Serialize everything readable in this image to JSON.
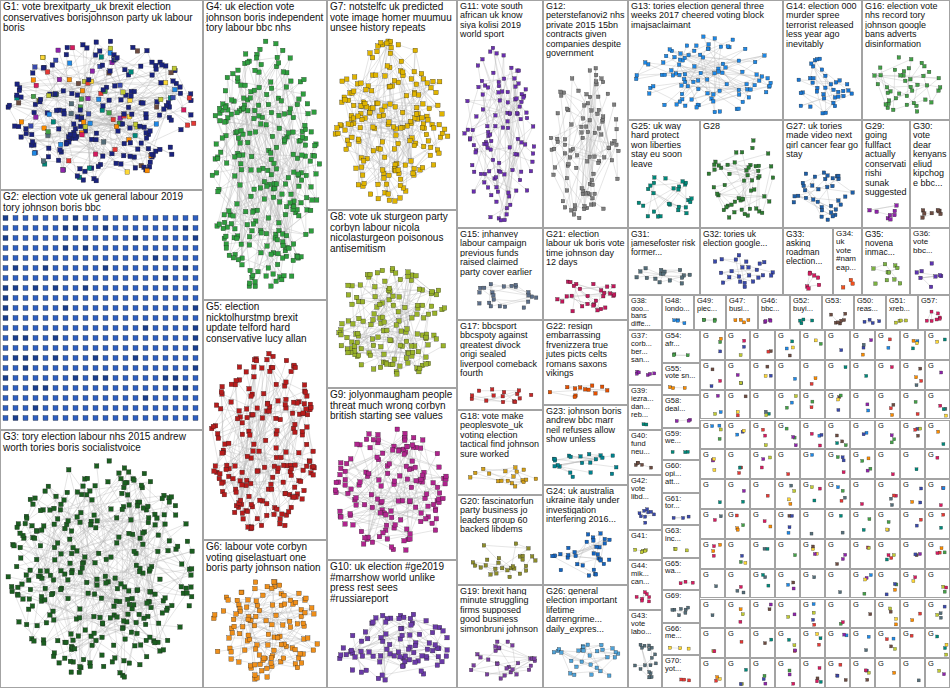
{
  "diagram": {
    "nodes": [
      {
        "text": [
          "G1: vote brexitparty_uk brexit election conservatives borisjohnson party uk labour boris"
        ]
      },
      {
        "text": [
          "G2: election vote uk general labour 2019 tory johnson boris bbc"
        ]
      },
      {
        "text": [
          "G3: tory election labour nhs 2015 andrew worth tories boris socialistvoice"
        ]
      },
      {
        "text": [
          "G4: uk election vote johnson boris independent tory labour bbc nhs"
        ]
      },
      {
        "text": [
          "G5: election nicktolhurstmp brexit update telford hard conservative lucy allan"
        ]
      },
      {
        "text": [
          "G6: labour vote corbyn voting giselastuart one boris party johnson nation"
        ]
      },
      {
        "text": [
          "G7: notstelfc uk predicted vote image homer muumuu unsee history repeats"
        ]
      },
      {
        "text": [
          "G8: vote uk sturgeon party corbyn labour nicola nicolasturgeon poisonous antisemitism"
        ]
      },
      {
        "text": [
          "G9: jolyonmaugham people threat much wrong corbyn british starting see values"
        ]
      },
      {
        "text": [
          "G10: uk election #ge2019 #marrshow world unlike press rest sees #russiareport"
        ]
      },
      {
        "text": [
          "G11: vote south african uk know siya kolisi 2019 world sport"
        ]
      },
      {
        "text": [
          "G15: jnhanvey labour campaign previous funds raised claimed party cover earlier"
        ]
      },
      {
        "text": [
          "G17: bbcsport bbcspoty against greatest divock origi sealed liverpool comeback fourth"
        ]
      },
      {
        "text": [
          "G18: vote make peoplesvote_uk voting election tactical find johnson sure worked"
        ]
      },
      {
        "text": [
          "G20: fascinatorfun party business jo leaders group 60 backed libdems"
        ]
      },
      {
        "text": [
          "G19: brexit hang minute struggling firms supposed good business simonbruni johnson"
        ]
      },
      {
        "text": [
          "G12: peterstefanovi2 nhs private 2015 15bn contracts given companies despite government"
        ]
      },
      {
        "text": [
          "G21: election labour uk boris vote time johnson day 12 days"
        ]
      },
      {
        "text": [
          "G22: resign embarrassing frvenizzera true jutes picts celts romans saxons vikings"
        ]
      },
      {
        "text": [
          "G23: johnson boris andrew bbc marr neil refuses allow show unless"
        ]
      },
      {
        "text": [
          "G24: uk australia ukraine italy under investigation interfering 2016..."
        ]
      },
      {
        "text": [
          "G26: general election important lifetime darrengrime... daily_expres..."
        ]
      },
      {
        "text": [
          "G13: tories election general three weeks 2017 cheered voting block imajsaclaimant"
        ]
      },
      {
        "text": [
          "G14: election 000 murder spree terrorist released less year ago inevitably"
        ]
      },
      {
        "text": [
          "G16: election vote nhs record tory johnson google bans adverts disinformation"
        ]
      },
      {
        "text": [
          "G25: uk way hard protect won liberties stay eu soon leave"
        ]
      },
      {
        "text": [
          "G28"
        ]
      },
      {
        "text": [
          "G27: uk tories made video next girl cancer fear go stay"
        ]
      },
      {
        "text": [
          "G29: going fullfact actually conservati rishi sunak suggested"
        ]
      },
      {
        "text": [
          "G30: vote dear kenyans eliud kipchoge bbc..."
        ]
      },
      {
        "text": [
          "G31: jamesefoster risk former..."
        ]
      },
      {
        "text": [
          "G32: tories uk election google..."
        ]
      },
      {
        "text": [
          "G33: asking roadman election..."
        ]
      },
      {
        "text": [
          "G34: uk vote #nameap..."
        ]
      },
      {
        "text": [
          "G35: novena inmac..."
        ]
      },
      {
        "text": [
          "G36: vote bbc..."
        ]
      },
      {
        "text": [
          "G38: goo... bans diffe..."
        ]
      },
      {
        "text": [
          "G48: londo..."
        ]
      },
      {
        "text": [
          "G49: piec..."
        ]
      },
      {
        "text": [
          "G47: busi..."
        ]
      },
      {
        "text": [
          "G46: bbc..."
        ]
      },
      {
        "text": [
          "G52: buyi..."
        ]
      },
      {
        "text": [
          "G53:"
        ]
      },
      {
        "text": [
          "G50: reas..."
        ]
      },
      {
        "text": [
          "G51: xreb..."
        ]
      },
      {
        "text": [
          "G57:"
        ]
      },
      {
        "text": [
          "G37: corb... ber... san..."
        ]
      },
      {
        "text": [
          "G39: iezra... dan... reb..."
        ]
      },
      {
        "text": [
          "G40: fund neu..."
        ]
      },
      {
        "text": [
          "G42: vote libd..."
        ]
      },
      {
        "text": [
          "G41:"
        ]
      },
      {
        "text": [
          "G44: mik... can..."
        ]
      },
      {
        "text": [
          "G43: vote labo..."
        ]
      },
      {
        "text": [
          "G54: afr..."
        ]
      },
      {
        "text": [
          "G55: vote sn..."
        ]
      },
      {
        "text": [
          "G58: deal..."
        ]
      },
      {
        "text": [
          "G59: we..."
        ]
      },
      {
        "text": [
          "G60: opi... att..."
        ]
      },
      {
        "text": [
          "G61: tor..."
        ]
      },
      {
        "text": [
          "G63: inc..."
        ]
      },
      {
        "text": [
          "G65: wa..."
        ]
      },
      {
        "text": [
          "G69:"
        ]
      },
      {
        "text": [
          "G66: me..."
        ]
      },
      {
        "text": [
          "G70: yot..."
        ]
      },
      {
        "text": [
          "G"
        ]
      },
      {
        "text": [
          "G"
        ]
      },
      {
        "text": [
          "G"
        ]
      },
      {
        "text": [
          "G"
        ]
      },
      {
        "text": [
          "G"
        ]
      },
      {
        "text": [
          "G"
        ]
      },
      {
        "text": [
          "G"
        ]
      },
      {
        "text": [
          "G"
        ]
      },
      {
        "text": [
          "G"
        ]
      },
      {
        "text": [
          "G"
        ]
      },
      {
        "text": [
          "G"
        ]
      },
      {
        "text": [
          "G"
        ]
      },
      {
        "text": [
          "G"
        ]
      },
      {
        "text": [
          "G"
        ]
      },
      {
        "text": [
          "G"
        ]
      },
      {
        "text": [
          "G"
        ]
      },
      {
        "text": [
          "G"
        ]
      },
      {
        "text": [
          "G"
        ]
      },
      {
        "text": [
          "G"
        ]
      },
      {
        "text": [
          "G"
        ]
      },
      {
        "text": [
          "G"
        ]
      },
      {
        "text": [
          "G"
        ]
      },
      {
        "text": [
          "G"
        ]
      },
      {
        "text": [
          "G"
        ]
      },
      {
        "text": [
          "G"
        ]
      },
      {
        "text": [
          "G"
        ]
      },
      {
        "text": [
          "G"
        ]
      },
      {
        "text": [
          "G"
        ]
      },
      {
        "text": [
          "G"
        ]
      },
      {
        "text": [
          "G"
        ]
      },
      {
        "text": [
          "G"
        ]
      },
      {
        "text": [
          "G"
        ]
      },
      {
        "text": [
          "G"
        ]
      },
      {
        "text": [
          "G"
        ]
      },
      {
        "text": [
          "G"
        ]
      },
      {
        "text": [
          "G"
        ]
      },
      {
        "text": [
          "G"
        ]
      },
      {
        "text": [
          "G"
        ]
      },
      {
        "text": [
          "G"
        ]
      },
      {
        "text": [
          "G"
        ]
      },
      {
        "text": [
          "G"
        ]
      },
      {
        "text": [
          "G"
        ]
      },
      {
        "text": [
          "G"
        ]
      },
      {
        "text": [
          "G"
        ]
      },
      {
        "text": [
          "G"
        ]
      },
      {
        "text": [
          "G"
        ]
      },
      {
        "text": [
          "G"
        ]
      },
      {
        "text": [
          "G"
        ]
      },
      {
        "text": [
          "G"
        ]
      },
      {
        "text": [
          "G"
        ]
      },
      {
        "text": [
          "G"
        ]
      },
      {
        "text": [
          "G"
        ]
      },
      {
        "text": [
          "G"
        ]
      },
      {
        "text": [
          "G"
        ]
      },
      {
        "text": [
          "G"
        ]
      },
      {
        "text": [
          "G"
        ]
      },
      {
        "text": [
          "G"
        ]
      },
      {
        "text": [
          "G"
        ]
      },
      {
        "text": [
          "G"
        ]
      },
      {
        "text": [
          "G"
        ]
      },
      {
        "text": [
          "G"
        ]
      },
      {
        "text": [
          "G"
        ]
      },
      {
        "text": [
          "G"
        ]
      },
      {
        "text": [
          "G"
        ]
      },
      {
        "text": [
          "G"
        ]
      },
      {
        "text": [
          "G"
        ]
      },
      {
        "text": [
          "G"
        ]
      },
      {
        "text": [
          "G"
        ]
      },
      {
        "text": [
          "G"
        ]
      },
      {
        "text": [
          "G"
        ]
      },
      {
        "text": [
          "G"
        ]
      },
      {
        "text": [
          "G"
        ]
      },
      {
        "text": [
          "G"
        ]
      },
      {
        "text": [
          "G"
        ]
      },
      {
        "text": [
          "G"
        ]
      },
      {
        "text": [
          "G"
        ]
      },
      {
        "text": [
          "G"
        ]
      },
      {
        "text": [
          "G"
        ]
      },
      {
        "text": [
          "G"
        ]
      },
      {
        "text": [
          "G"
        ]
      },
      {
        "text": [
          "G"
        ]
      },
      {
        "text": [
          "G"
        ]
      },
      {
        "text": [
          "G"
        ]
      },
      {
        "text": [
          "G"
        ]
      },
      {
        "text": [
          "G"
        ]
      },
      {
        "text": [
          "G"
        ]
      },
      {
        "text": [
          "G"
        ]
      },
      {
        "text": [
          "G"
        ]
      },
      {
        "text": [
          "G"
        ]
      },
      {
        "text": [
          "G"
        ]
      },
      {
        "text": [
          "G"
        ]
      },
      {
        "text": [
          "G"
        ]
      },
      {
        "text": [
          "G"
        ]
      },
      {
        "text": [
          "G"
        ]
      },
      {
        "text": [
          "G"
        ]
      },
      {
        "text": [
          "G"
        ]
      },
      {
        "text": [
          "G"
        ]
      },
      {
        "text": [
          "G"
        ]
      },
      {
        "text": [
          "G"
        ]
      },
      {
        "text": [
          "G"
        ]
      },
      {
        "text": [
          "G"
        ]
      },
      {
        "text": [
          "G"
        ]
      },
      {
        "text": [
          "G"
        ]
      },
      {
        "text": [
          "G"
        ]
      },
      {
        "text": [
          "G"
        ]
      },
      {
        "text": [
          "G"
        ]
      },
      {
        "text": [
          "G"
        ]
      },
      {
        "text": [
          "G"
        ]
      },
      {
        "text": [
          "G"
        ]
      },
      {
        "text": [
          "G"
        ]
      },
      {
        "text": [
          "G"
        ]
      },
      {
        "text": [
          "G"
        ]
      },
      {
        "text": [
          "G"
        ]
      },
      {
        "text": [
          "G"
        ]
      },
      {
        "text": [
          "G"
        ]
      },
      {
        "text": [
          "G"
        ]
      },
      {
        "text": [
          "G"
        ]
      },
      {
        "text": [
          "G"
        ]
      },
      {
        "text": [
          "G"
        ]
      },
      {
        "text": [
          "G"
        ]
      }
    ]
  }
}
